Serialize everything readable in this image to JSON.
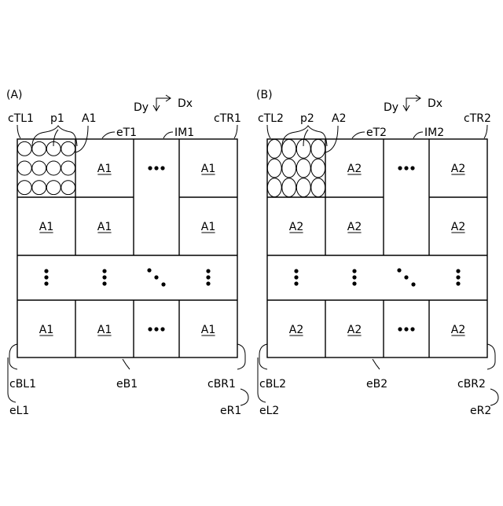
{
  "panels": [
    {
      "id": "A",
      "panel_label": "(A)",
      "axis": {
        "dy": "Dy",
        "dx": "Dx"
      },
      "labels": {
        "cTL": "cTL1",
        "cTR": "cTR1",
        "cBL": "cBL1",
        "cBR": "cBR1",
        "eT": "eT1",
        "eB": "eB1",
        "eL": "eL1",
        "eR": "eR1",
        "IM": "IM1",
        "p": "p1",
        "A": "A1"
      },
      "block_label": "A1",
      "pixel_shape": "circle"
    },
    {
      "id": "B",
      "panel_label": "(B)",
      "axis": {
        "dy": "Dy",
        "dx": "Dx"
      },
      "labels": {
        "cTL": "cTL2",
        "cTR": "cTR2",
        "cBL": "cBL2",
        "cBR": "cBR2",
        "eT": "eT2",
        "eB": "eB2",
        "eL": "eL2",
        "eR": "eR2",
        "IM": "IM2",
        "p": "p2",
        "A": "A2"
      },
      "block_label": "A2",
      "pixel_shape": "ellipse"
    }
  ]
}
